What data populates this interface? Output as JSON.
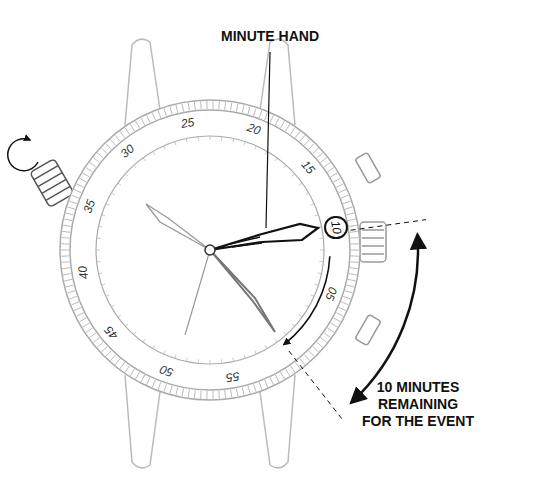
{
  "diagram": {
    "nodes": [
      {
        "text": [
          "10"
        ]
      }
    ],
    "labels": [
      "MINUTE HAND",
      "10 MINUTES REMAINING FOR THE EVENT",
      "25",
      "20",
      "15",
      "05",
      "55",
      "50",
      "45",
      "40",
      "35",
      "30"
    ]
  }
}
